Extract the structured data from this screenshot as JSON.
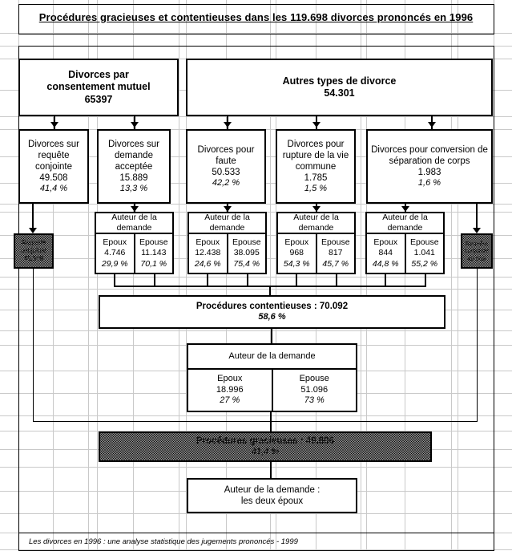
{
  "page": {
    "title": "Procédures gracieuses et contentieuses dans les 119.698 divorces prononcés en 1996",
    "footer": "Les divorces en 1996 : une analyse statistique des jugements prononcés - 1999"
  },
  "top": {
    "left": {
      "label_line1": "Divorces par",
      "label_line2": "consentement mutuel",
      "value": "65397"
    },
    "right": {
      "label_line1": "Autres types de divorce",
      "value": "54.301"
    }
  },
  "categories": [
    {
      "name": "requete-conjointe",
      "lines": [
        "Divorces sur",
        "requête conjointe"
      ],
      "value": "49.508",
      "pct": "41,4 %"
    },
    {
      "name": "demande-acceptee",
      "lines": [
        "Divorces sur",
        "demande",
        "acceptée"
      ],
      "value": "15.889",
      "pct": "13,3 %"
    },
    {
      "name": "faute",
      "lines": [
        "Divorces pour",
        "faute"
      ],
      "value": "50.533",
      "pct": "42,2 %"
    },
    {
      "name": "rupture-vie-commune",
      "lines": [
        "Divorces pour",
        "rupture de la vie",
        "commune"
      ],
      "value": "1.785",
      "pct": "1,5 %"
    },
    {
      "name": "conversion-separation-corps",
      "lines": [
        "Divorces pour conversion de",
        "séparation de corps"
      ],
      "value": "1.983",
      "pct": "1,6 %"
    }
  ],
  "auteur_label": "Auteur de la demande",
  "epoux_label": "Epoux",
  "epouse_label": "Epouse",
  "auteur_rows": [
    {
      "for": "demande-acceptee",
      "epoux_value": "4.746",
      "epoux_pct": "29,9 %",
      "epouse_value": "11.143",
      "epouse_pct": "70,1 %"
    },
    {
      "for": "faute",
      "epoux_value": "12.438",
      "epoux_pct": "24,6 %",
      "epouse_value": "38.095",
      "epouse_pct": "75,4 %"
    },
    {
      "for": "rupture-vie-commune",
      "epoux_value": "968",
      "epoux_pct": "54,3 %",
      "epouse_value": "817",
      "epouse_pct": "45,7 %"
    },
    {
      "for": "conversion-separation-corps",
      "epoux_value": "844",
      "epoux_pct": "44,8 %",
      "epouse_value": "1.041",
      "epouse_pct": "55,2 %"
    }
  ],
  "hatched_side": {
    "left": {
      "label_line1": "Requête",
      "label_line2": "conjointe",
      "value": "49.508"
    },
    "right": {
      "label_line1": "Requête",
      "label_line2": "conjointe",
      "value": "49.508"
    }
  },
  "contentieuses": {
    "label": "Procédures contentieuses : 70.092",
    "pct": "58,6 %"
  },
  "contentieuses_auteur": {
    "header": "Auteur de la demande",
    "epoux_label": "Epoux",
    "epoux_value": "18.996",
    "epoux_pct": "27 %",
    "epouse_label": "Epouse",
    "epouse_value": "51.096",
    "epouse_pct": "73 %"
  },
  "gracieuses": {
    "label": "Procédures gracieuses : 49.606",
    "pct": "41,4 %"
  },
  "gracieuses_auteur": {
    "line1": "Auteur de la demande :",
    "line2": "les deux époux"
  },
  "colors": {
    "line": "#000000",
    "grid": "#c9c9c9",
    "box_fill": "#ffffff",
    "hatch_fill": "#9a9a9a"
  }
}
